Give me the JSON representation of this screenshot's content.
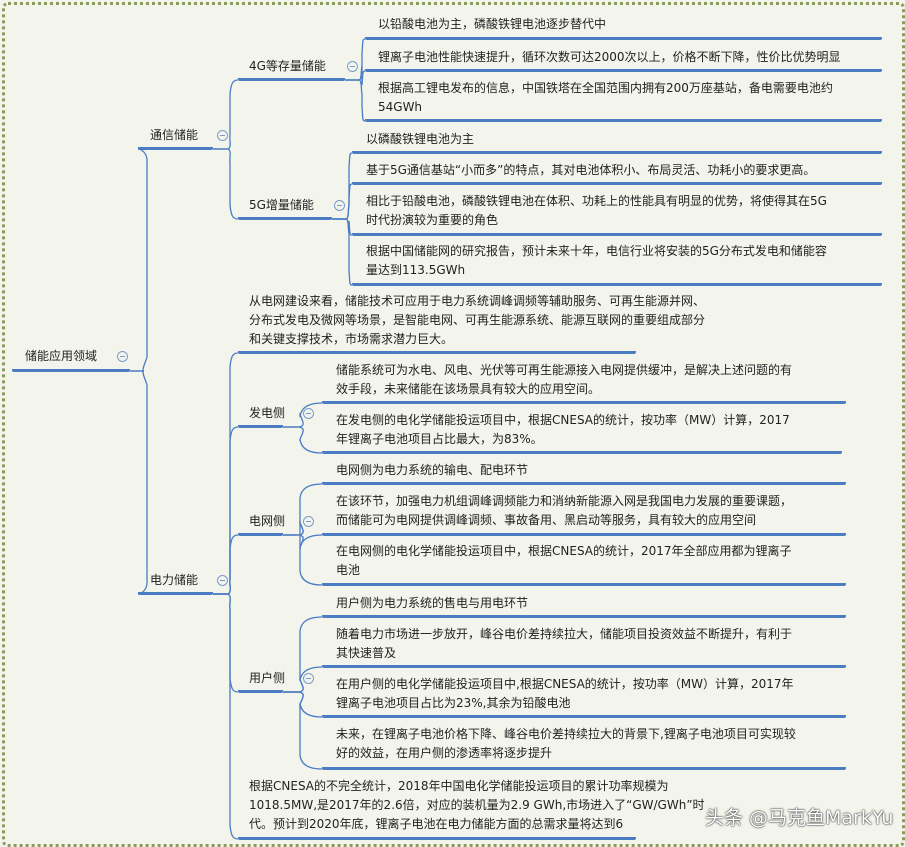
{
  "root": {
    "label": "储能应用领域"
  },
  "telecom": {
    "label": "通信储能",
    "g4": {
      "label": "4G等存量储能",
      "items": [
        "以铅酸电池为主，磷酸铁锂电池逐步替代中",
        "锂离子电池性能快速提升，循环次数可达2000次以上，价格不断下降，性价比优势明显",
        "根据高工锂电发布的信息，中国铁塔在全国范围内拥有200万座基站，备电需要电池约\n54GWh"
      ]
    },
    "g5": {
      "label": "5G增量储能",
      "items": [
        "以磷酸铁锂电池为主",
        "基于5G通信基站“小而多”的特点，其对电池体积小、布局灵活、功耗小的要求更高。",
        "相比于铅酸电池，磷酸铁锂电池在体积、功耗上的性能具有明显的优势，将使得其在5G\n时代扮演较为重要的角色",
        "根据中国储能网的研究报告，预计未来十年，电信行业将安装的5G分布式发电和储能容\n量达到113.5GWh"
      ]
    }
  },
  "power": {
    "label": "电力储能",
    "intro": "从电网建设来看，储能技术可应用于电力系统调峰调频等辅助服务、可再生能源并网、\n分布式发电及微网等场景，是智能电网、可再生能源系统、能源互联网的重要组成部分\n和关键支撑技术，市场需求潜力巨大。",
    "gen": {
      "label": "发电侧",
      "items": [
        "储能系统可为水电、风电、光伏等可再生能源接入电网提供缓冲，是解决上述问题的有\n效手段，未来储能在该场景具有较大的应用空间。",
        "在发电侧的电化学储能投运项目中，根据CNESA的统计，按功率（MW）计算，2017\n年锂离子电池项目占比最大，为83%。"
      ]
    },
    "grid": {
      "label": "电网侧",
      "items": [
        "电网侧为电力系统的输电、配电环节",
        "在该环节，加强电力机组调峰调频能力和消纳新能源入网是我国电力发展的重要课题，\n而储能可为电网提供调峰调频、事故备用、黑启动等服务，具有较大的应用空间",
        "在电网侧的电化学储能投运项目中，根据CNESA的统计，2017年全部应用都为锂离子\n电池"
      ]
    },
    "user": {
      "label": "用户侧",
      "items": [
        "用户侧为电力系统的售电与用电环节",
        "随着电力市场进一步放开，峰谷电价差持续拉大，储能项目投资效益不断提升，有利于\n其快速普及",
        "在用户侧的电化学储能投运项目中,根据CNESA的统计，按功率（MW）计算，2017年\n锂离子电池项目占比为23%,其余为铅酸电池",
        "未来，在锂离子电池价格下降、峰谷电价差持续拉大的背景下,锂离子电池项目可实现较\n好的效益，在用户侧的渗透率将逐步提升"
      ]
    },
    "summary": "根据CNESA的不完全统计，2018年中国电化学储能投运项目的累计功率规模为\n1018.5MW,是2017年的2.6倍，对应的装机量为2.9 GWh,市场进入了“GW/GWh”时\n代。预计到2020年底，锂离子电池在电力储能方面的总需求量将达到6"
  },
  "watermark": "头条 @马克鱼MarkYu",
  "colors": {
    "branch": "#4a7cc4",
    "background": "#f3f5ec",
    "frame": "#8a9a5b"
  }
}
